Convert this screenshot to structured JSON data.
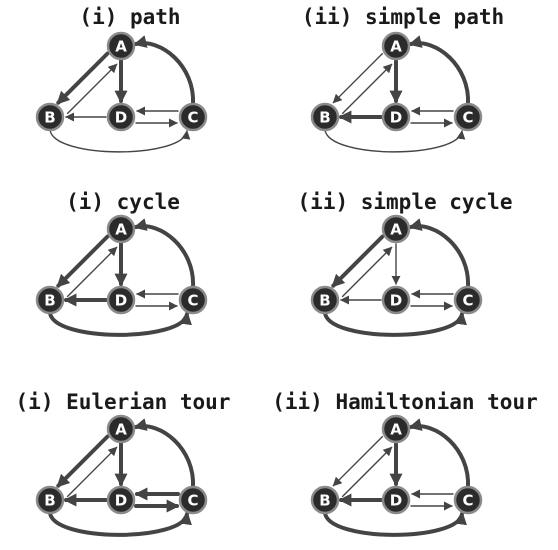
{
  "node_labels": {
    "A": "A",
    "B": "B",
    "C": "C",
    "D": "D"
  },
  "edge_color": "#444444",
  "node_color": "#2b2b2b",
  "panels": [
    {
      "title": "(i) path",
      "bold": [
        "A-B",
        "A-D",
        "C-A"
      ]
    },
    {
      "title": "(ii) simple path",
      "bold": [
        "A-D",
        "D-B",
        "C-A"
      ]
    },
    {
      "title": "(i) cycle",
      "bold": [
        "A-B",
        "A-D",
        "D-B",
        "B-C",
        "C-A"
      ]
    },
    {
      "title": "(ii) simple cycle",
      "bold": [
        "A-B",
        "B-C",
        "C-A"
      ]
    },
    {
      "title": "(i) Eulerian tour",
      "bold": [
        "A-B",
        "A-D",
        "D-B",
        "B-C",
        "C-A",
        "D-C",
        "C-D"
      ]
    },
    {
      "title": "(ii) Hamiltonian tour",
      "bold": [
        "A-D",
        "D-B",
        "B-C",
        "C-A"
      ]
    }
  ]
}
